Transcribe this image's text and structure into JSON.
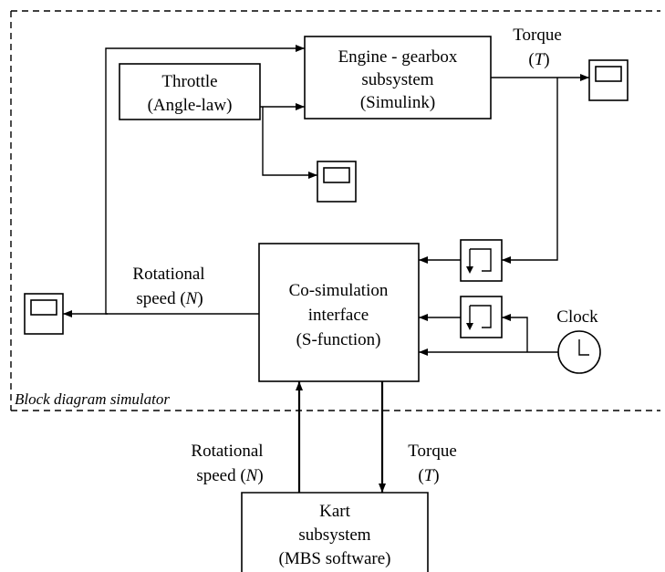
{
  "region_caption": "Block diagram simulator",
  "blocks": {
    "engine": {
      "lines": [
        "Engine - gearbox",
        "subsystem",
        "(Simulink)"
      ]
    },
    "throttle": {
      "lines": [
        "Throttle",
        "(Angle-law)"
      ]
    },
    "cosim": {
      "lines": [
        "Co-simulation",
        "interface",
        "(S-function)"
      ]
    },
    "kart": {
      "lines": [
        "Kart",
        "subsystem",
        "(MBS software)"
      ]
    },
    "clock": {
      "label": "Clock"
    }
  },
  "signals": {
    "torque_top": {
      "name": "Torque",
      "symbol": "T"
    },
    "speed_left": {
      "name": "Rotational",
      "line2": "speed (",
      "symbol": "N",
      "close": ")"
    },
    "speed_bottom": {
      "name": "Rotational",
      "line2": "speed (",
      "symbol": "N",
      "close": ")"
    },
    "torque_bottom": {
      "name": "Torque",
      "symbol": "T"
    }
  },
  "icons": [
    "scope-icon",
    "memory-block-icon",
    "clock-icon"
  ]
}
